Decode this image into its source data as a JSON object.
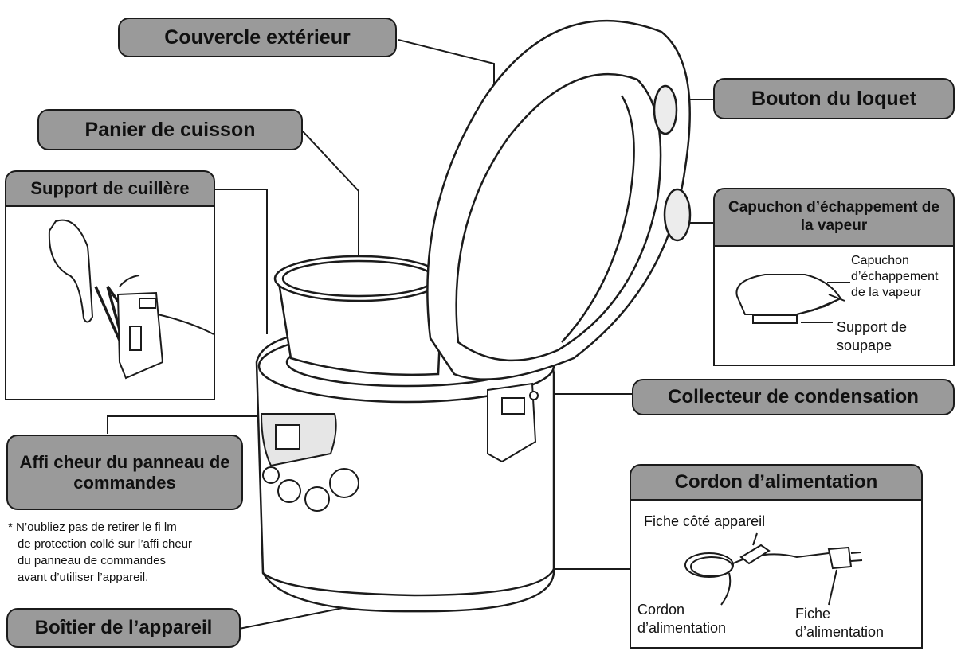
{
  "labels": {
    "outer_lid": "Couvercle extérieur",
    "cooking_basket": "Panier de cuisson",
    "spoon_holder": "Support de cuillère",
    "latch_button": "Bouton du loquet",
    "steam_cap": "Capuchon d’échappement de la vapeur",
    "condensation_collector": "Collecteur de condensation",
    "display_line1": "Affi cheur du panneau de",
    "display_line2": "commandes",
    "power_cord": "Cordon d’alimentation",
    "body": "Boîtier de l’appareil"
  },
  "steam_detail": {
    "cap_line1": "Capuchon",
    "cap_line2": "d’échappement",
    "cap_line3": "de la vapeur",
    "valve_line1": "Support de",
    "valve_line2": "soupape"
  },
  "cord_detail": {
    "appliance_plug": "Fiche côté appareil",
    "cord_line1": "Cordon",
    "cord_line2": "d’alimentation",
    "plug_line1": "Fiche",
    "plug_line2": "d’alimentation"
  },
  "note": {
    "line1": "* N’oubliez pas de retirer le fi lm",
    "line2": "de protection collé sur l’affi cheur",
    "line3": "du panneau de commandes",
    "line4": "avant d’utiliser l’appareil."
  }
}
